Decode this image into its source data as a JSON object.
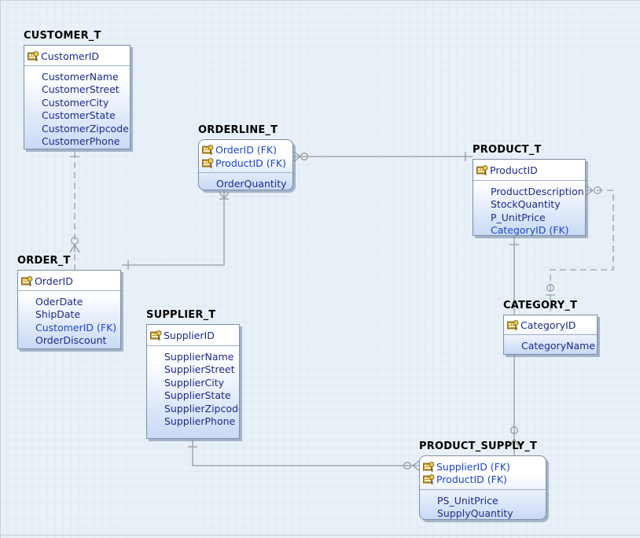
{
  "entities": [
    {
      "id": "customer",
      "title": "CUSTOMER_T",
      "keys": [
        {
          "name": "CustomerID",
          "fk": false
        }
      ],
      "attributes": [
        {
          "name": "CustomerName",
          "fk": false
        },
        {
          "name": "CustomerStreet",
          "fk": false
        },
        {
          "name": "CustomerCity",
          "fk": false
        },
        {
          "name": "CustomerState",
          "fk": false
        },
        {
          "name": "CustomerZipcode",
          "fk": false
        },
        {
          "name": "CustomerPhone",
          "fk": false
        }
      ]
    },
    {
      "id": "orderline",
      "title": "ORDERLINE_T",
      "keys": [
        {
          "name": "OrderID (FK)",
          "fk": true
        },
        {
          "name": "ProductID (FK)",
          "fk": true
        }
      ],
      "attributes": [
        {
          "name": "OrderQuantity",
          "fk": false
        }
      ]
    },
    {
      "id": "product",
      "title": "PRODUCT_T",
      "keys": [
        {
          "name": "ProductID",
          "fk": false
        }
      ],
      "attributes": [
        {
          "name": "ProductDescription",
          "fk": false
        },
        {
          "name": "StockQuantity",
          "fk": false
        },
        {
          "name": "P_UnitPrice",
          "fk": false
        },
        {
          "name": "CategoryID (FK)",
          "fk": true
        }
      ]
    },
    {
      "id": "order",
      "title": "ORDER_T",
      "keys": [
        {
          "name": "OrderID",
          "fk": false
        }
      ],
      "attributes": [
        {
          "name": "OderDate",
          "fk": false
        },
        {
          "name": "ShipDate",
          "fk": false
        },
        {
          "name": "CustomerID (FK)",
          "fk": true
        },
        {
          "name": "OrderDiscount",
          "fk": false
        }
      ]
    },
    {
      "id": "supplier",
      "title": "SUPPLIER_T",
      "keys": [
        {
          "name": "SupplierID",
          "fk": false
        }
      ],
      "attributes": [
        {
          "name": "SupplierName",
          "fk": false
        },
        {
          "name": "SupplierStreet",
          "fk": false
        },
        {
          "name": "SupplierCity",
          "fk": false
        },
        {
          "name": "SupplierState",
          "fk": false
        },
        {
          "name": "SupplierZipcode",
          "fk": false
        },
        {
          "name": "SupplierPhone",
          "fk": false
        }
      ]
    },
    {
      "id": "category",
      "title": "CATEGORY_T",
      "keys": [
        {
          "name": "CategoryID",
          "fk": false
        }
      ],
      "attributes": [
        {
          "name": "CategoryName",
          "fk": false
        }
      ]
    },
    {
      "id": "product_supply",
      "title": "PRODUCT_SUPPLY_T",
      "keys": [
        {
          "name": "SupplierID (FK)",
          "fk": true
        },
        {
          "name": "ProductID (FK)",
          "fk": true
        }
      ],
      "attributes": [
        {
          "name": "PS_UnitPrice",
          "fk": false
        },
        {
          "name": "SupplyQuantity",
          "fk": false
        }
      ]
    }
  ],
  "relationships": [
    {
      "from": "customer",
      "to": "order",
      "identifying": false,
      "from_end": "one",
      "to_end": "zero-or-many"
    },
    {
      "from": "order",
      "to": "orderline",
      "identifying": true,
      "from_end": "one",
      "to_end": "one-or-many"
    },
    {
      "from": "product",
      "to": "orderline",
      "identifying": true,
      "from_end": "one",
      "to_end": "zero-or-many"
    },
    {
      "from": "category",
      "to": "product",
      "identifying": false,
      "from_end": "zero-or-one",
      "to_end": "zero-or-many"
    },
    {
      "from": "product",
      "to": "product_supply",
      "identifying": true,
      "from_end": "one",
      "to_end": "zero-or-many"
    },
    {
      "from": "supplier",
      "to": "product_supply",
      "identifying": true,
      "from_end": "one",
      "to_end": "zero-or-many"
    }
  ],
  "colors": {
    "line": "#999999",
    "dashed_line": "#9aa0a6",
    "key_text": "#1c2a8a",
    "fk_text": "#1b46c8",
    "title": "#000000"
  },
  "icons": {
    "primary_key": "key-icon"
  }
}
